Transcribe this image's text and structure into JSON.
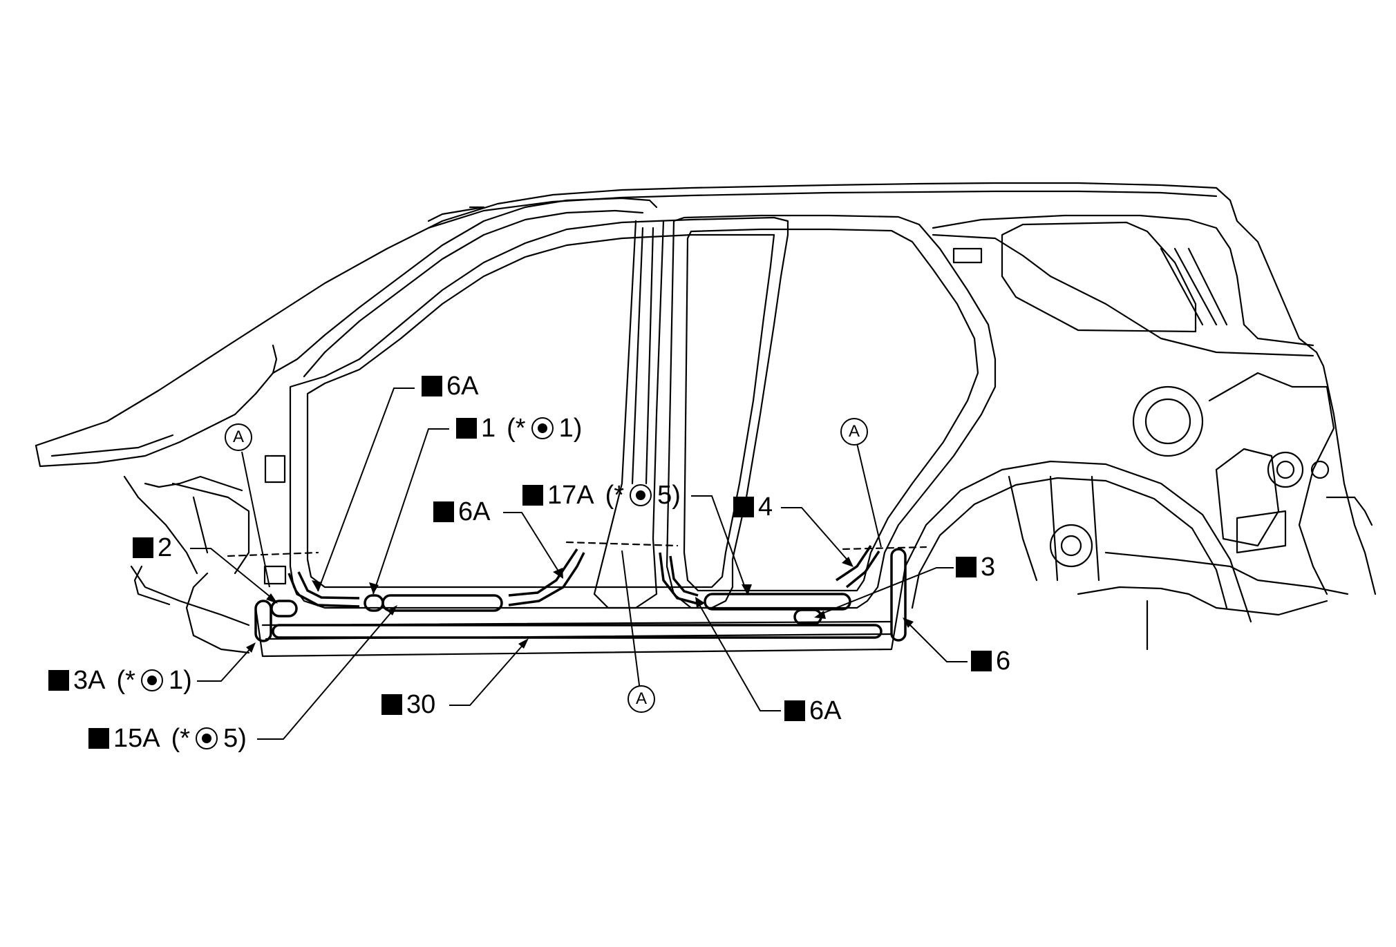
{
  "weld_labels": [
    {
      "id": "6A-a",
      "code": "6A",
      "spot": false
    },
    {
      "id": "1",
      "code": "1",
      "note_prefix": "(*",
      "note_suffix": "1)",
      "spot": true
    },
    {
      "id": "6A-b",
      "code": "6A",
      "spot": false
    },
    {
      "id": "17A",
      "code": "17A",
      "note_prefix": "(*",
      "note_suffix": "5)",
      "spot": true
    },
    {
      "id": "4",
      "code": "4",
      "spot": false
    },
    {
      "id": "2",
      "code": "2",
      "spot": false
    },
    {
      "id": "3",
      "code": "3",
      "spot": false
    },
    {
      "id": "3A",
      "code": "3A",
      "note_prefix": "(*",
      "note_suffix": "1)",
      "spot": true
    },
    {
      "id": "15A",
      "code": "15A",
      "note_prefix": "(*",
      "note_suffix": "5)",
      "spot": true
    },
    {
      "id": "30",
      "code": "30",
      "spot": false
    },
    {
      "id": "6",
      "code": "6",
      "spot": false
    },
    {
      "id": "6A-c",
      "code": "6A",
      "spot": false
    }
  ],
  "section_callouts": [
    "A",
    "A",
    "A"
  ],
  "colors": {
    "line": "#000000",
    "background": "#ffffff"
  }
}
